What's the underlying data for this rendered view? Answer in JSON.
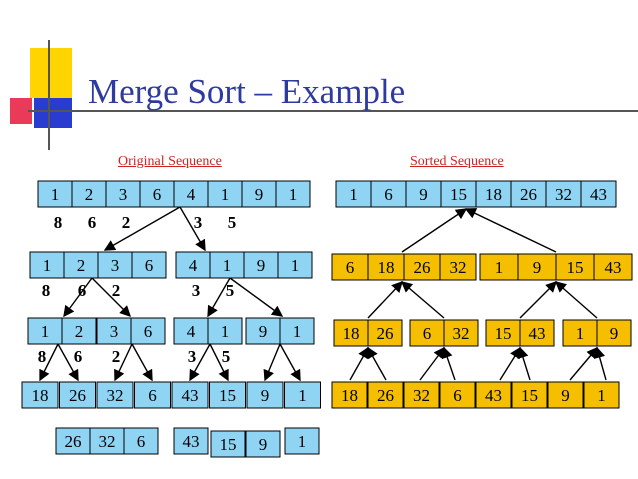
{
  "title": "Merge Sort – Example",
  "captions": {
    "original": "Original Sequence",
    "sorted": "Sorted Sequence"
  },
  "colors": {
    "box_blue": "#90d4f4",
    "box_yellow": "#f5bf00",
    "title": "#2e3a9e",
    "caption": "#cc2222",
    "deco_yellow": "#ffd400",
    "deco_blue": "#2a3bd0",
    "deco_red": "#e8183c"
  },
  "diagram": {
    "original_sequence": [
      "1",
      "2",
      "3",
      "6",
      "4",
      "1",
      "9",
      "1"
    ],
    "split_level_1": [
      [
        "1",
        "2",
        "3",
        "6"
      ],
      [
        "4",
        "1",
        "9",
        "1"
      ]
    ],
    "split_level_2": [
      [
        "1",
        "2"
      ],
      [
        "3",
        "6"
      ],
      [
        "4",
        "1"
      ],
      [
        "9",
        "1"
      ]
    ],
    "leaves": [
      "18",
      "26",
      "32",
      "6",
      "43",
      "15",
      "9",
      "1"
    ],
    "leaves_copy": [
      "26",
      "32",
      "6",
      "43",
      "15",
      "9",
      "1"
    ],
    "merge_level_1": [
      [
        "18",
        "26"
      ],
      [
        "6",
        "32"
      ],
      [
        "15",
        "43"
      ],
      [
        "1",
        "9"
      ]
    ],
    "merge_level_2": [
      [
        "6",
        "18",
        "26",
        "32"
      ],
      [
        "1",
        "9",
        "15",
        "43"
      ]
    ],
    "sorted_sequence": [
      "1",
      "6",
      "9",
      "15",
      "18",
      "26",
      "32",
      "43"
    ],
    "stray_labels": [
      [
        "8",
        "6",
        "2",
        "3",
        "5"
      ],
      [
        "8",
        "6",
        "2",
        "3",
        "5"
      ],
      [
        "8",
        "6",
        "2",
        "3",
        "5"
      ]
    ]
  }
}
